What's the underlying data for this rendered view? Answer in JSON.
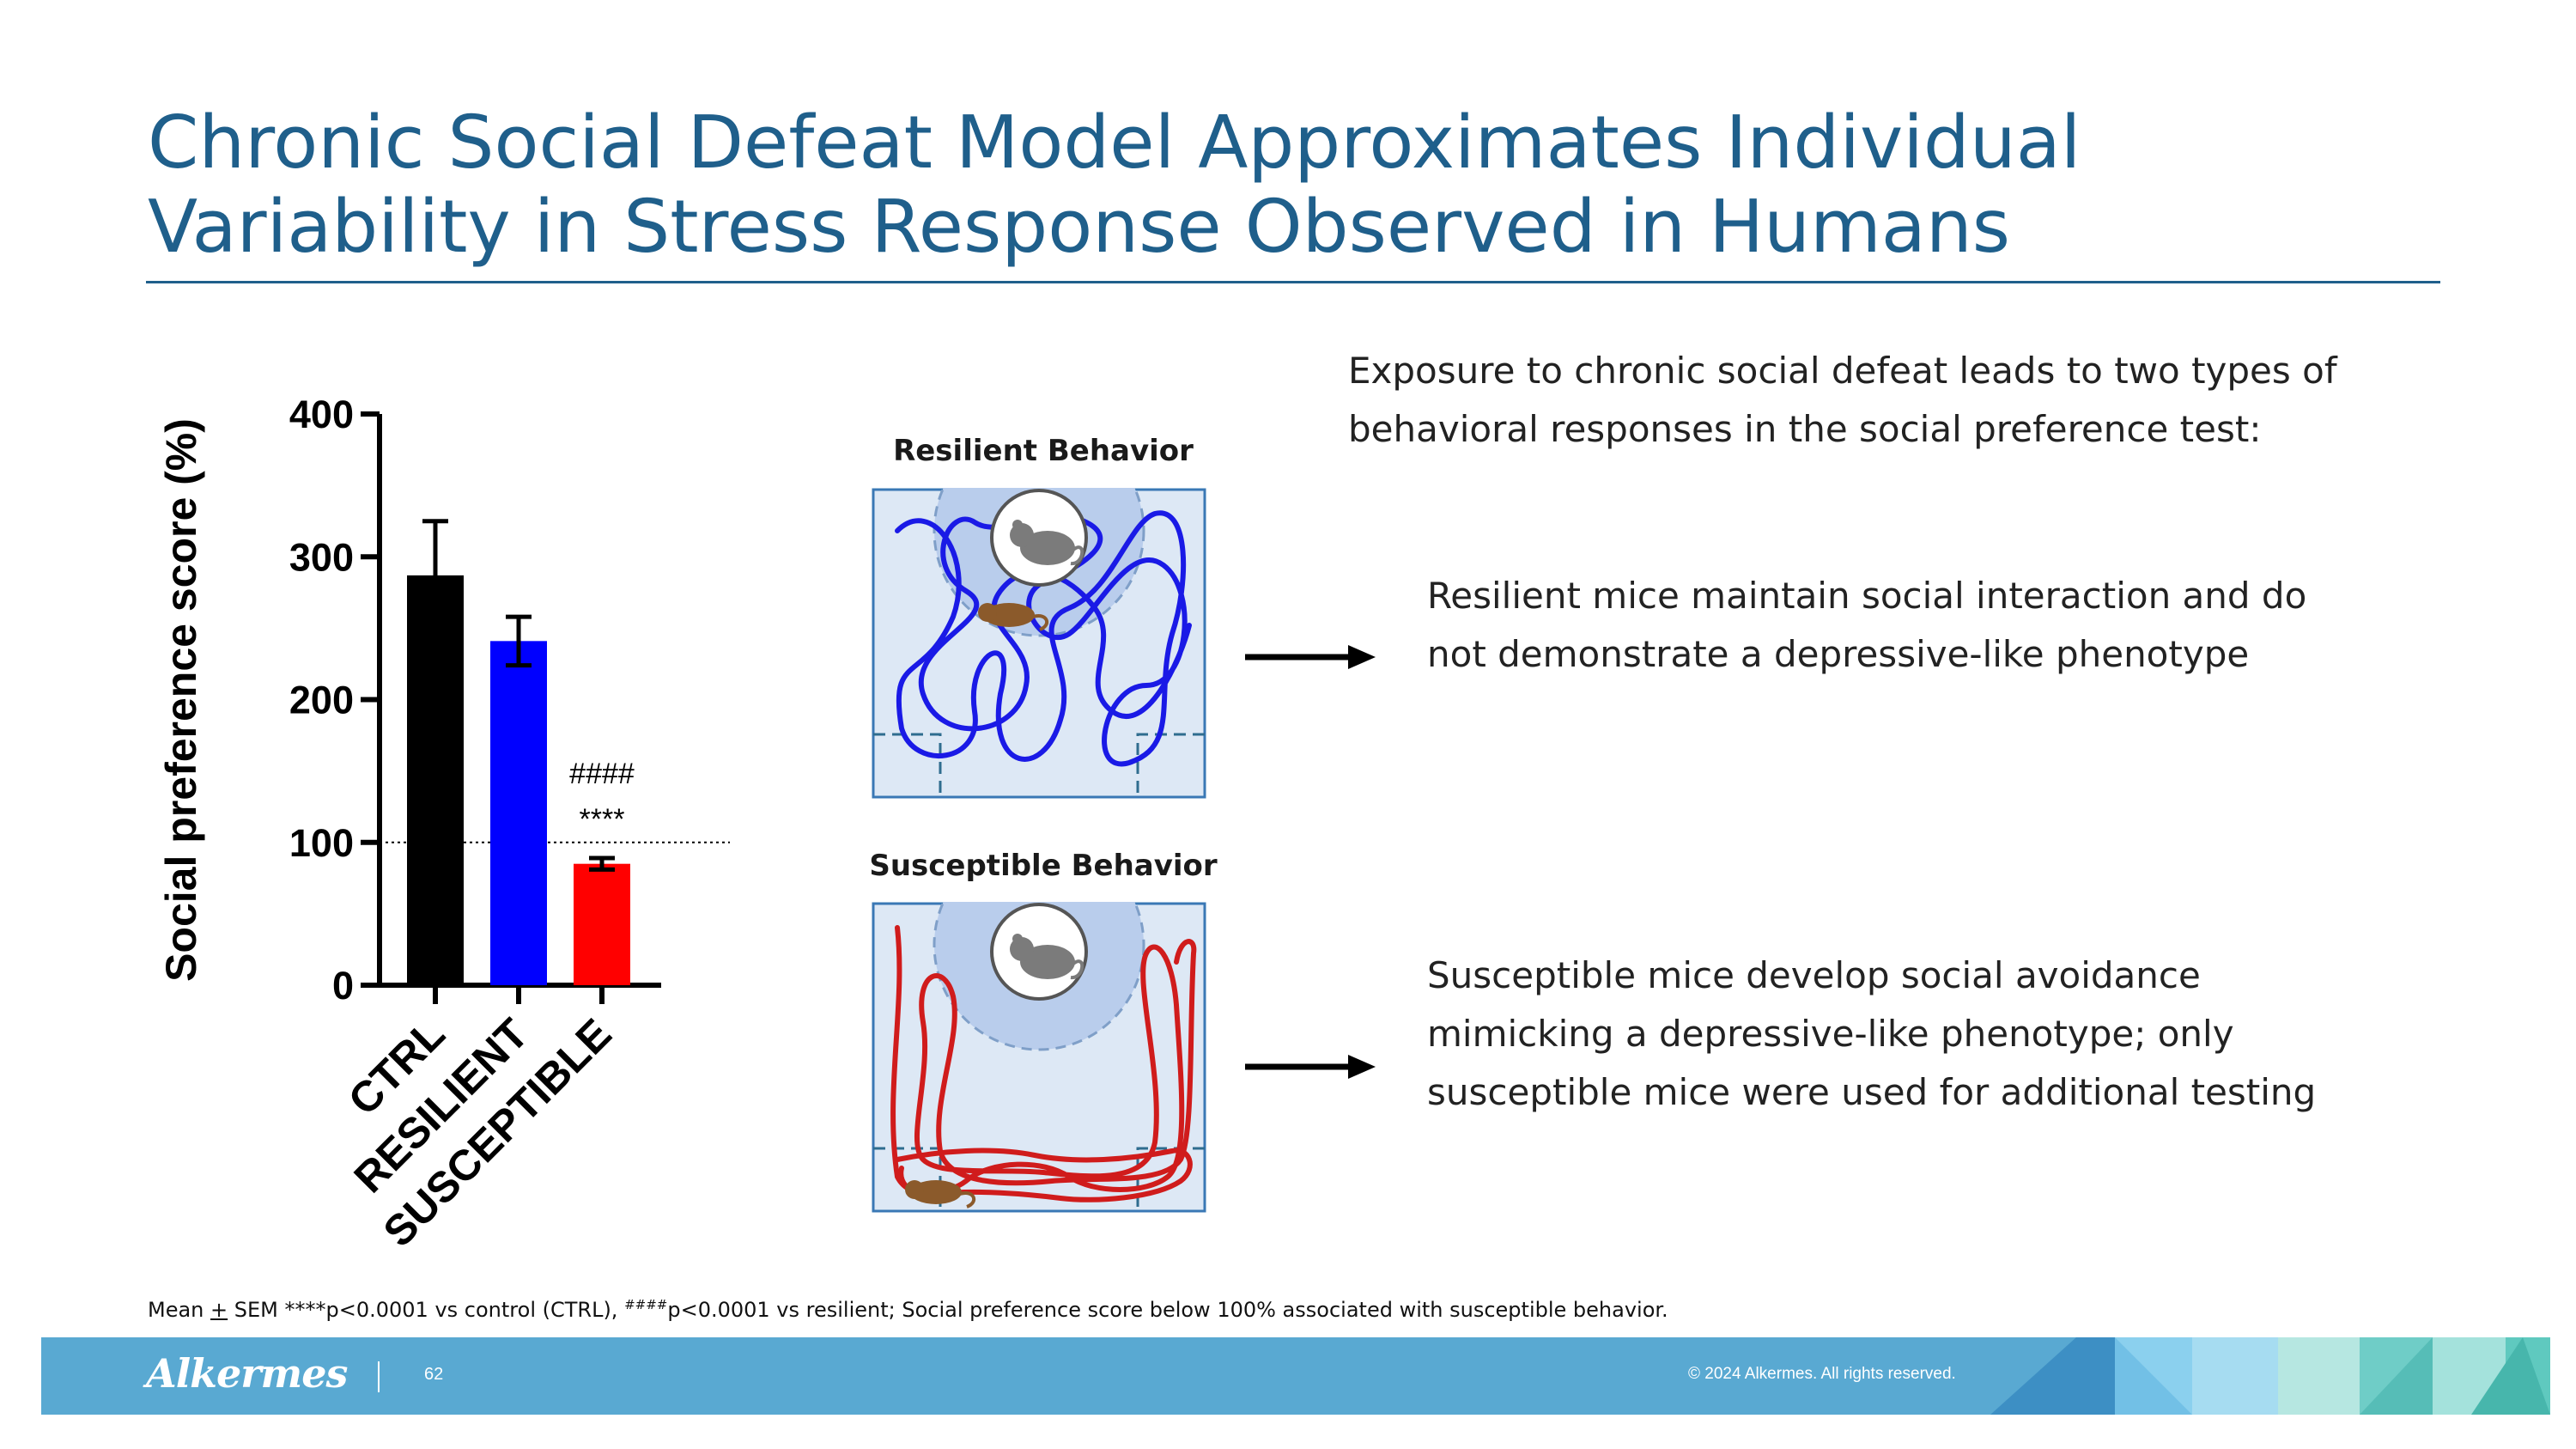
{
  "slide": {
    "title_line1": "Chronic Social Defeat Model Approximates Individual",
    "title_line2": "Variability in Stress Response Observed in Humans",
    "intro_text": "Exposure to chronic social defeat leads to two types of behavioral responses in the social preference test:",
    "resilient_panel_title": "Resilient Behavior",
    "susceptible_panel_title": "Susceptible Behavior",
    "resilient_text": "Resilient mice maintain social interaction and do not demonstrate a depressive-like phenotype",
    "susceptible_text": "Susceptible mice develop social avoidance mimicking a depressive-like phenotype; only susceptible mice were used for additional testing",
    "footnote": {
      "part1": "Mean ",
      "pm": "+",
      "part2": " SEM  ****p<0.0001 vs control (CTRL), ",
      "sup": "####",
      "part3": "p<0.0001 vs resilient; Social preference score below 100% associated with susceptible behavior."
    }
  },
  "footer": {
    "logo": "Alkermes",
    "page_number": "62",
    "copyright": "© 2024 Alkermes. All rights reserved."
  },
  "colors": {
    "title": "#1f5f8b",
    "ctrl_bar": "#000000",
    "resilient_bar": "#0000ff",
    "susceptible_bar": "#ff0000",
    "footer_band": "#59a9d2",
    "resilient_trace": "#1a1ae6",
    "susceptible_trace": "#d01c1c"
  },
  "icons": [
    "rat-icon",
    "mouse-icon",
    "arrow-right-icon"
  ],
  "chart_data": {
    "type": "bar",
    "categories": [
      "CTRL",
      "RESILIENT",
      "SUSCEPTIBLE"
    ],
    "values": [
      287,
      241,
      85
    ],
    "errors": [
      38,
      17,
      4
    ],
    "colors": [
      "#000000",
      "#0000ff",
      "#ff0000"
    ],
    "xlabel": "",
    "ylabel": "Social preference score (%)",
    "ylim": [
      0,
      400
    ],
    "yticks": [
      0,
      100,
      200,
      300,
      400
    ],
    "reference_line": 100,
    "annotations": [
      {
        "category": "SUSCEPTIBLE",
        "text": "####"
      },
      {
        "category": "SUSCEPTIBLE",
        "text": "****"
      }
    ],
    "grid": false,
    "legend": "none"
  }
}
